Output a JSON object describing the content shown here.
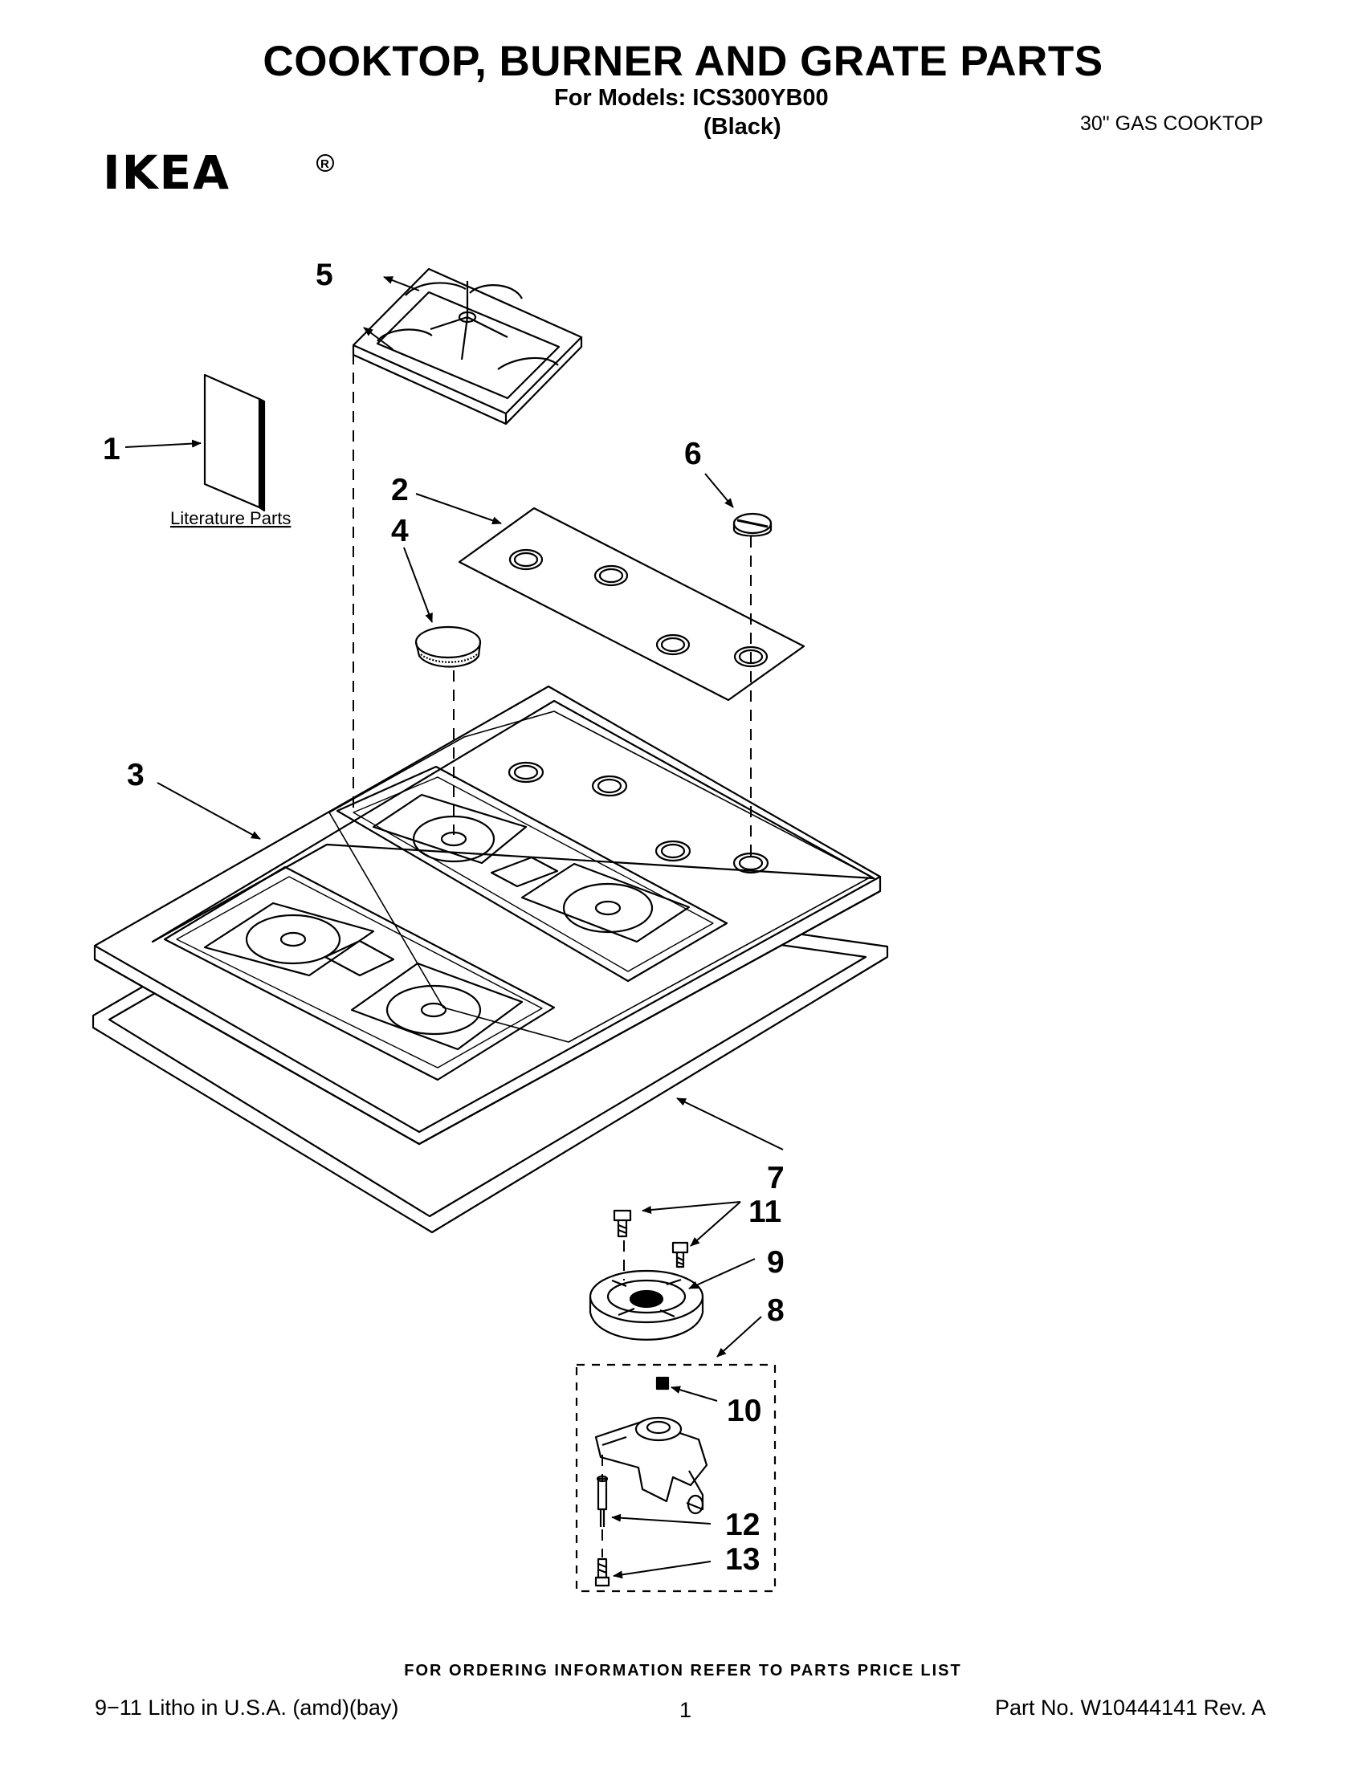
{
  "header": {
    "title": "COOKTOP, BURNER AND GRATE PARTS",
    "models_label": "For Models: ICS300YB00",
    "color_label": "(Black)",
    "product": "30\" GAS COOKTOP",
    "brand": "IKEA"
  },
  "diagram": {
    "callouts": {
      "c1": "1",
      "c2": "2",
      "c3": "3",
      "c4": "4",
      "c5": "5",
      "c6": "6",
      "c7": "7",
      "c8": "8",
      "c9": "9",
      "c10": "10",
      "c11": "11",
      "c12": "12",
      "c13": "13"
    },
    "literature_label": "Literature Parts"
  },
  "footer": {
    "ordering": "FOR ORDERING INFORMATION REFER TO PARTS PRICE LIST",
    "litho": "9−11 Litho in U.S.A. (amd)(bay)",
    "page": "1",
    "part_number": "Part No. W10444141 Rev. A"
  }
}
